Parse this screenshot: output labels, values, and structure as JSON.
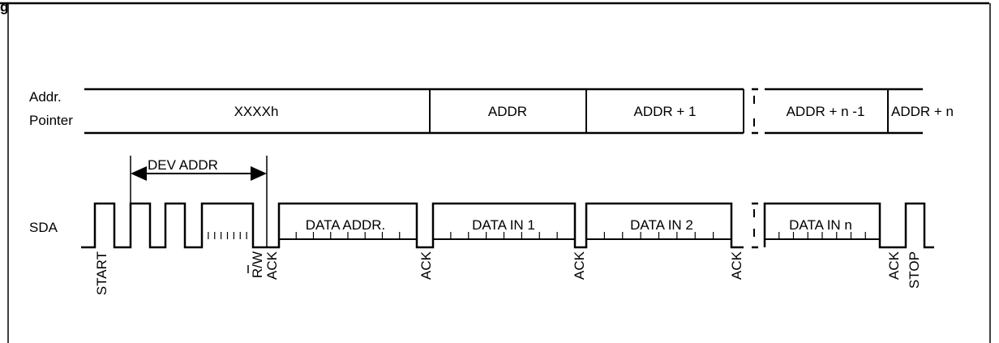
{
  "figure": {
    "title_fragment": "g"
  },
  "addr_pointer": {
    "label_line1": "Addr.",
    "label_line2": "Pointer",
    "fields": [
      "XXXXh",
      "ADDR",
      "ADDR + 1",
      "ADDR + n -1",
      "ADDR + n"
    ]
  },
  "sda": {
    "label": "SDA",
    "dev_addr_label": "DEV ADDR",
    "data_boxes": [
      "DATA ADDR.",
      "DATA IN 1",
      "DATA IN 2",
      "DATA IN n"
    ]
  },
  "markers": [
    "START",
    "R/W",
    "ACK",
    "ACK",
    "ACK",
    "ACK",
    "ACK",
    "STOP"
  ]
}
